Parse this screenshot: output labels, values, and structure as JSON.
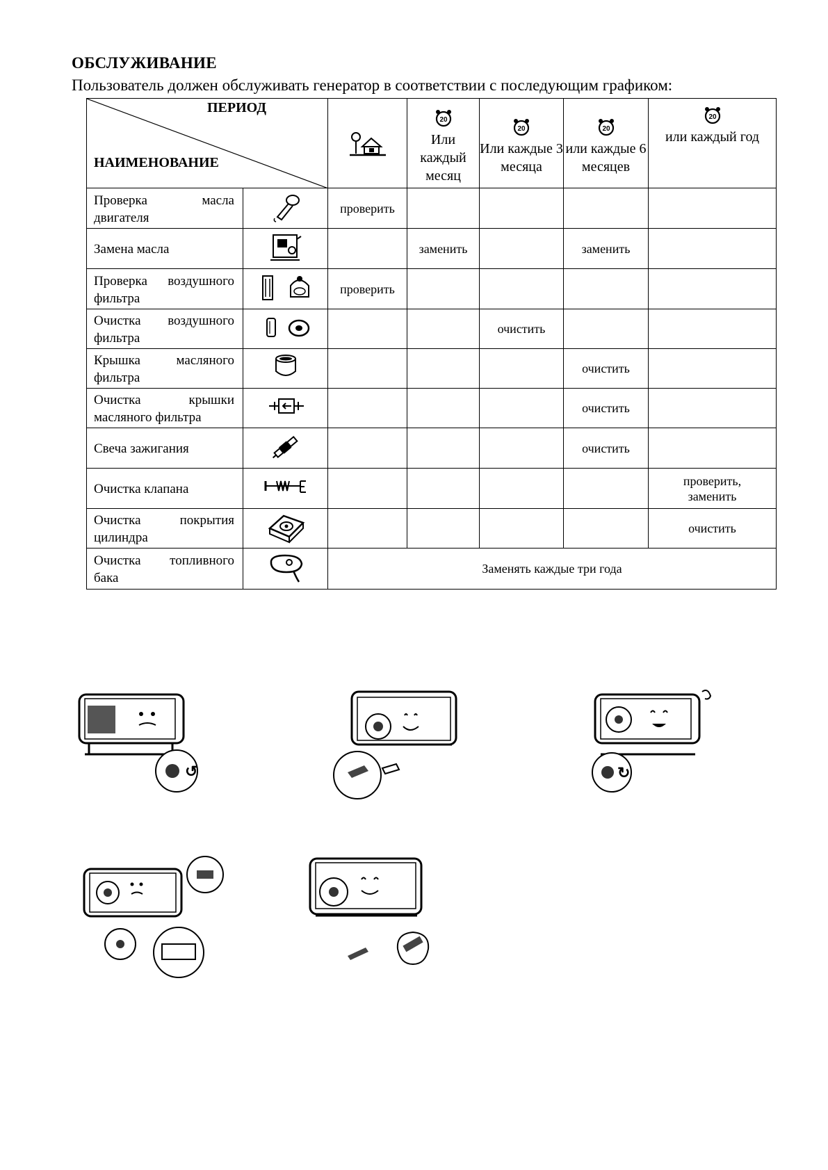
{
  "heading": "ОБСЛУЖИВАНИЕ",
  "intro": "Пользователь должен обслуживать генератор в соответствии с последующим графиком:",
  "table": {
    "header_period": "ПЕРИОД",
    "header_name": "НАИМЕНОВАНИЕ",
    "clock_label": "20",
    "columns": [
      "Или каждый месяц",
      "Или каждые 3 месяца",
      "или каждые 6 месяцев",
      "или каждый год"
    ],
    "rows": [
      {
        "name": "Проверка масла двигателя",
        "icon": "oil-dipstick-icon",
        "cells": [
          "проверить",
          "",
          "",
          "",
          ""
        ]
      },
      {
        "name": "Замена масла",
        "icon": "engine-icon",
        "cells": [
          "",
          "заменить",
          "",
          "заменить",
          ""
        ]
      },
      {
        "name": "Проверка воздушного фильтра",
        "icon": "air-filter-icon",
        "cells": [
          "проверить",
          "",
          "",
          "",
          ""
        ]
      },
      {
        "name": "Очистка воздушного фильтра",
        "icon": "filter-element-icon",
        "cells": [
          "",
          "",
          "очистить",
          "",
          ""
        ]
      },
      {
        "name": "Крышка масляного фильтра",
        "icon": "filter-cup-icon",
        "cells": [
          "",
          "",
          "",
          "очистить",
          ""
        ]
      },
      {
        "name": "Очистка крышки масляного фильтра",
        "icon": "fuel-filter-icon",
        "cells": [
          "",
          "",
          "",
          "очистить",
          ""
        ]
      },
      {
        "name": "Свеча зажигания",
        "icon": "spark-plug-icon",
        "cells": [
          "",
          "",
          "",
          "очистить",
          ""
        ]
      },
      {
        "name": "Очистка клапана",
        "icon": "valve-icon",
        "cells": [
          "",
          "",
          "",
          "",
          "проверить, заменить"
        ]
      },
      {
        "name": "Очистка покрытия цилиндра",
        "icon": "cylinder-head-icon",
        "cells": [
          "",
          "",
          "",
          "",
          "очистить"
        ]
      },
      {
        "name": "Очистка топливного бака",
        "icon": "fuel-tank-icon",
        "merged": "Заменять каждые три года"
      }
    ]
  },
  "illustrations": [
    "generator-sad-icon",
    "generator-wrench-icon",
    "generator-happy-icon",
    "generator-drain-icon",
    "generator-plug-icon"
  ]
}
